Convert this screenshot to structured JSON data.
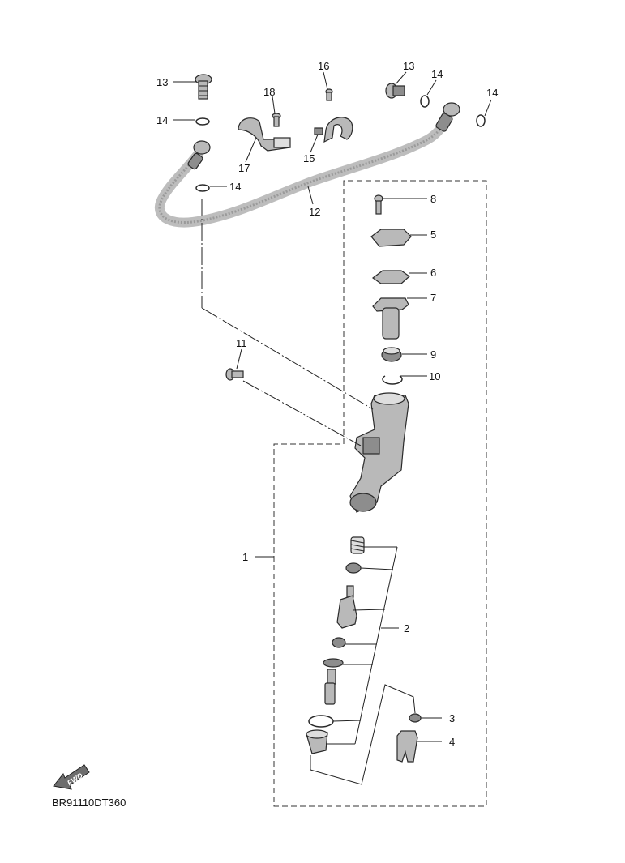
{
  "diagram": {
    "drawing_code": "BR91110DT360",
    "fwd_label": "FWD",
    "callouts": {
      "c1": "1",
      "c2": "2",
      "c3": "3",
      "c4": "4",
      "c5": "5",
      "c6": "6",
      "c7": "7",
      "c8": "8",
      "c9": "9",
      "c10": "10",
      "c11": "11",
      "c12": "12",
      "c13a": "13",
      "c13b": "13",
      "c14a": "14",
      "c14b": "14",
      "c14c": "14",
      "c14d": "14",
      "c15": "15",
      "c16": "16",
      "c17": "17",
      "c18": "18"
    }
  }
}
